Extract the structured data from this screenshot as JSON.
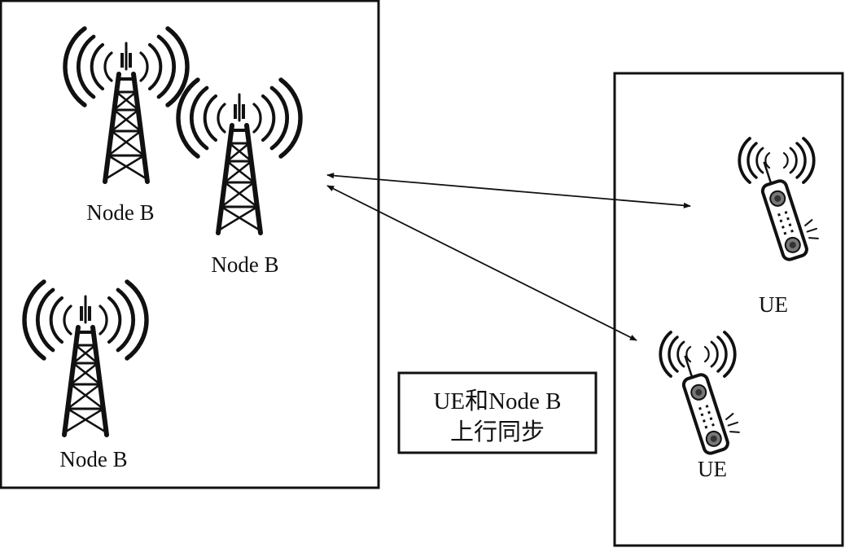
{
  "base_stations": [
    {
      "label": "Node B"
    },
    {
      "label": "Node B"
    },
    {
      "label": "Node B"
    }
  ],
  "user_equipment": [
    {
      "label": "UE"
    },
    {
      "label": "UE"
    }
  ],
  "caption": {
    "line1": "UE和Node B",
    "line2": "上行同步"
  }
}
